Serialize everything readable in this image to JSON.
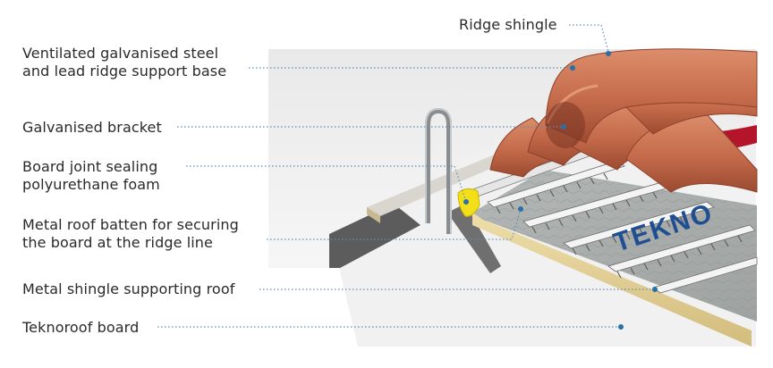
{
  "labels": {
    "ridge_shingle": "Ridge shingle",
    "ridge_support_base": "Ventilated galvanised steel\nand lead ridge support base",
    "galvanised_bracket": "Galvanised bracket",
    "foam": "Board joint sealing\npolyurethane foam",
    "batten": "Metal roof batten for securing\nthe board at the ridge line",
    "shingle_support": "Metal shingle supporting roof",
    "board": "Teknoroof board"
  },
  "brand_mark": "TEKNO",
  "colors": {
    "leader": "#5a8fb4",
    "dot": "#2a6fa5",
    "tile": "#c46a4a",
    "foam": "#f2df1a",
    "insulation": "#e3cf95",
    "board_surface": "#a6aaa9",
    "brand": "#1f4f90"
  }
}
